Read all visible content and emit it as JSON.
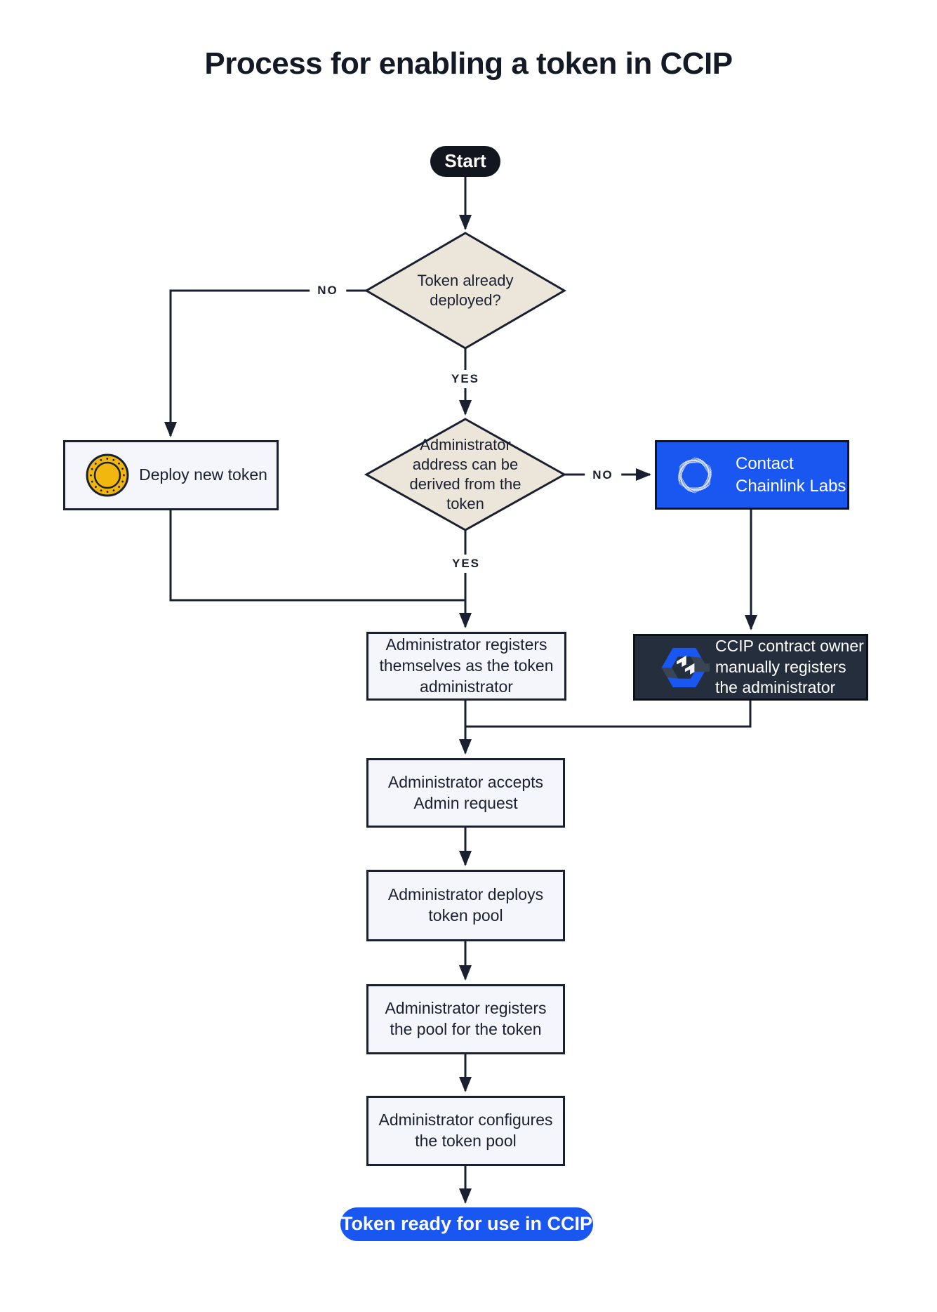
{
  "title": "Process for enabling a token in CCIP",
  "colors": {
    "ink": "#1A2030",
    "diamond_fill": "#ECE6DA",
    "box_fill": "#F4F6FB",
    "brand_blue": "#1A56F0",
    "dark_box_fill": "#252E3D",
    "start_pill_fill": "#12161F",
    "coin_gold": "#F2B70E",
    "white": "#FFFFFF"
  },
  "nodes": {
    "start": {
      "label": "Start"
    },
    "decision_token_deployed": {
      "label": "Token already\ndeployed?"
    },
    "deploy_new_token": {
      "label": "Deploy new token",
      "icon": "coin-icon"
    },
    "decision_admin_address": {
      "label": "Administrator\naddress can be\nderived from the\ntoken"
    },
    "contact_chainlink": {
      "label": "Contact\nChainlink Labs",
      "icon": "chainlink-logo-icon"
    },
    "ccip_owner_registers": {
      "label": "CCIP contract owner\nmanually registers\nthe administrator",
      "icon": "ccip-logo-icon"
    },
    "admin_registers_self": {
      "label": "Administrator registers\nthemselves as the token\nadministrator"
    },
    "admin_accepts": {
      "label": "Administrator accepts\nAdmin request"
    },
    "admin_deploys_pool": {
      "label": "Administrator deploys\ntoken pool"
    },
    "admin_registers_pool": {
      "label": "Administrator registers\nthe pool for the token"
    },
    "admin_configures_pool": {
      "label": "Administrator configures\nthe token pool"
    },
    "token_ready": {
      "label": "Token ready for use in CCIP"
    }
  },
  "edge_labels": {
    "no_left": "NO",
    "yes_top": "YES",
    "no_right": "NO",
    "yes_bottom": "YES"
  }
}
